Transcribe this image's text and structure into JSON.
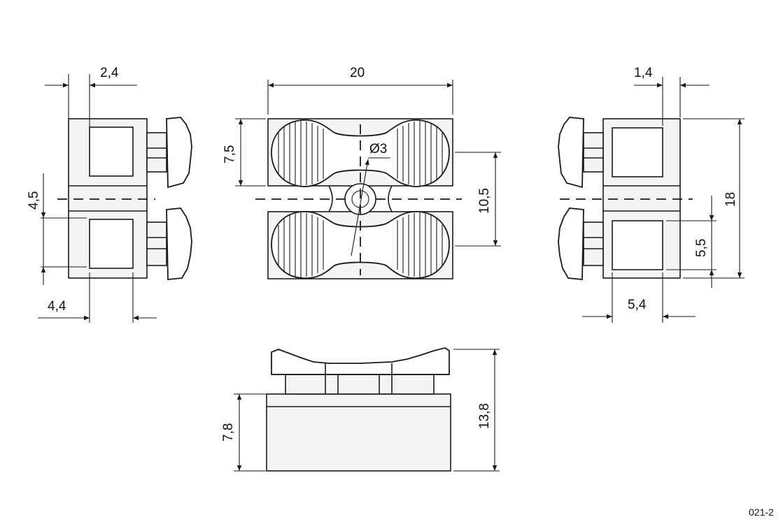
{
  "drawing": {
    "dimensions": {
      "left_width_terminal": "2,4",
      "left_pitch": "4,5",
      "left_window_width": "4,4",
      "top_length": "20",
      "top_height": "7,5",
      "top_hole": "Ø3",
      "top_span": "10,5",
      "right_top": "1,4",
      "right_total_height": "18",
      "right_window_height": "5,5",
      "right_window_width": "5,4",
      "bottom_body_height": "7,8",
      "bottom_total_height": "13,8"
    },
    "reference_code": "021-2"
  }
}
